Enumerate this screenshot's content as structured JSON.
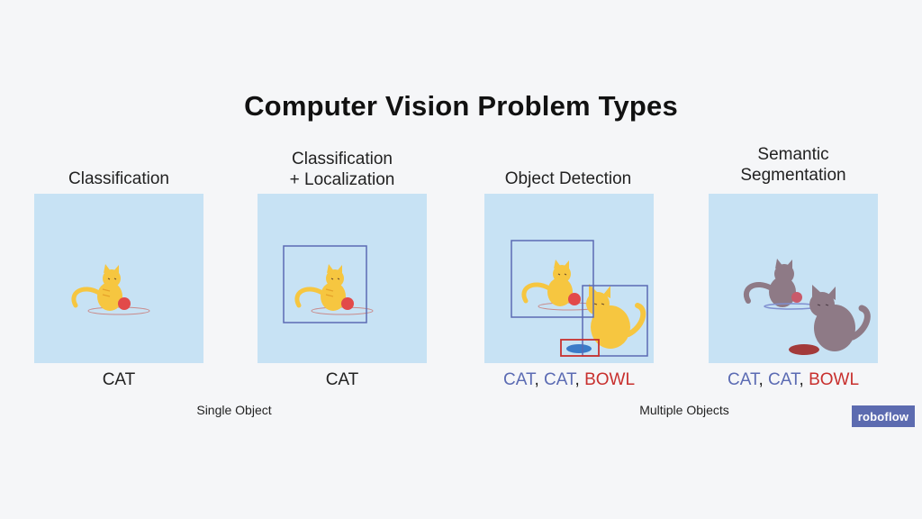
{
  "title": "Computer Vision Problem Types",
  "panels": [
    {
      "heading_lines": [
        "Classification"
      ],
      "labels": [
        "CAT"
      ]
    },
    {
      "heading_lines": [
        "Classification",
        "+ Localization"
      ],
      "labels": [
        "CAT"
      ]
    },
    {
      "heading_lines": [
        "Object Detection"
      ],
      "labels": [
        "CAT",
        "CAT",
        "BOWL"
      ]
    },
    {
      "heading_lines": [
        "Semantic",
        "Segmentation"
      ],
      "labels": [
        "CAT",
        "CAT",
        "BOWL"
      ]
    }
  ],
  "separator": ", ",
  "groups": [
    "Single Object",
    "Multiple Objects"
  ],
  "logo": "roboflow",
  "colors": {
    "panel_bg": "#c7e2f4",
    "cat_box": "#5b6bb3",
    "bowl_box": "#c8302e",
    "cat_fill": "#f6c640",
    "segment_cat": "#8e7a86",
    "logo_bg": "#5c6bb0"
  }
}
